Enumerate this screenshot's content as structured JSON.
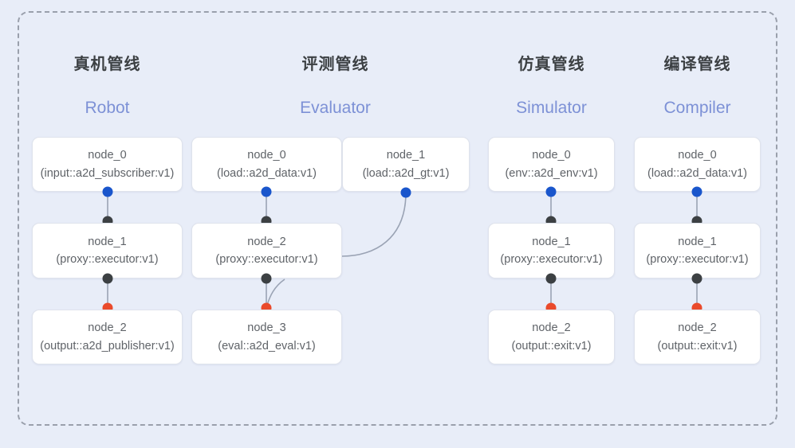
{
  "diagram": {
    "background_color": "#e8edf8",
    "frame_border_color": "#9aa0ac",
    "node_fill": "#ffffff",
    "node_border": "#dfe3ec",
    "edge_color": "#9aa3b4",
    "port_colors": {
      "source_blue": "#1a56cc",
      "relay_black": "#3c4043",
      "sink_red": "#ea4a2b"
    },
    "subtitle_color": "#7d91d6",
    "title_color": "#3c4043"
  },
  "columns": [
    {
      "id": "robot",
      "title": "真机管线",
      "subtitle": "Robot",
      "nodes": [
        {
          "name": "node_0",
          "spec": "(input::a2d_subscriber:v1)"
        },
        {
          "name": "node_1",
          "spec": "(proxy::executor:v1)"
        },
        {
          "name": "node_2",
          "spec": "(output::a2d_publisher:v1)"
        }
      ]
    },
    {
      "id": "evaluator",
      "title": "评测管线",
      "subtitle": "Evaluator",
      "nodes": [
        {
          "name": "node_0",
          "spec": "(load::a2d_data:v1)"
        },
        {
          "name": "node_1",
          "spec": "(load::a2d_gt:v1)"
        },
        {
          "name": "node_2",
          "spec": "(proxy::executor:v1)"
        },
        {
          "name": "node_3",
          "spec": "(eval::a2d_eval:v1)"
        }
      ]
    },
    {
      "id": "simulator",
      "title": "仿真管线",
      "subtitle": "Simulator",
      "nodes": [
        {
          "name": "node_0",
          "spec": "(env::a2d_env:v1)"
        },
        {
          "name": "node_1",
          "spec": "(proxy::executor:v1)"
        },
        {
          "name": "node_2",
          "spec": "(output::exit:v1)"
        }
      ]
    },
    {
      "id": "compiler",
      "title": "编译管线",
      "subtitle": "Compiler",
      "nodes": [
        {
          "name": "node_0",
          "spec": "(load::a2d_data:v1)"
        },
        {
          "name": "node_1",
          "spec": "(proxy::executor:v1)"
        },
        {
          "name": "node_2",
          "spec": "(output::exit:v1)"
        }
      ]
    }
  ]
}
